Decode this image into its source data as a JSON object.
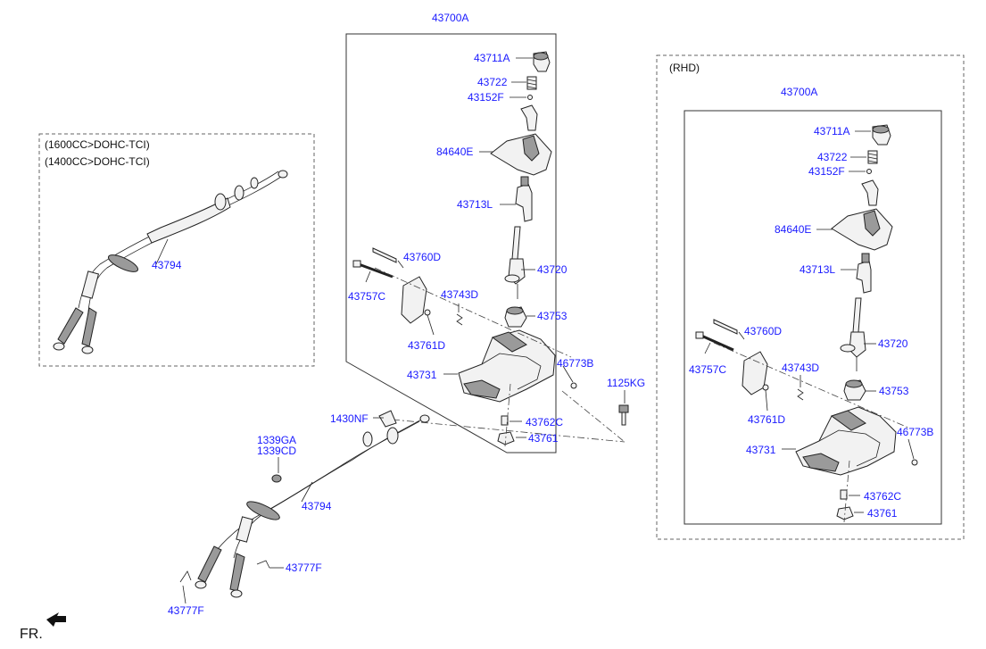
{
  "variant_labels": [
    "(1600CC>DOHC-TCI)",
    "(1400CC>DOHC-TCI)"
  ],
  "rhd_label": "(RHD)",
  "orientation_label": "FR.",
  "main": {
    "assembly": "43700A",
    "knob": "43711A",
    "spring": "43722",
    "pin": "43152F",
    "boot": "84640E",
    "lever_upper": "43713L",
    "lever": "43720",
    "bush": "43753",
    "plate": "43760D",
    "bolt": "43757C",
    "spring2": "43743D",
    "pin2": "43761D",
    "housing": "43731",
    "washer": "46773B",
    "collar": "43762C",
    "nut": "43761"
  },
  "rhd": {
    "assembly": "43700A",
    "knob": "43711A",
    "spring": "43722",
    "pin": "43152F",
    "boot": "84640E",
    "lever_upper": "43713L",
    "lever": "43720",
    "plate": "43760D",
    "bolt": "43757C",
    "spring2": "43743D",
    "bush": "43753",
    "pin2": "43761D",
    "washer": "46773B",
    "housing": "43731",
    "collar": "43762C",
    "nut": "43761"
  },
  "cable_left": "43794",
  "cable_main": "43794",
  "bolt_ext": "1125KG",
  "clip": "1430NF",
  "grommet_a": "1339GA",
  "grommet_b": "1339CD",
  "clip_pin_a": "43777F",
  "clip_pin_b": "43777F"
}
